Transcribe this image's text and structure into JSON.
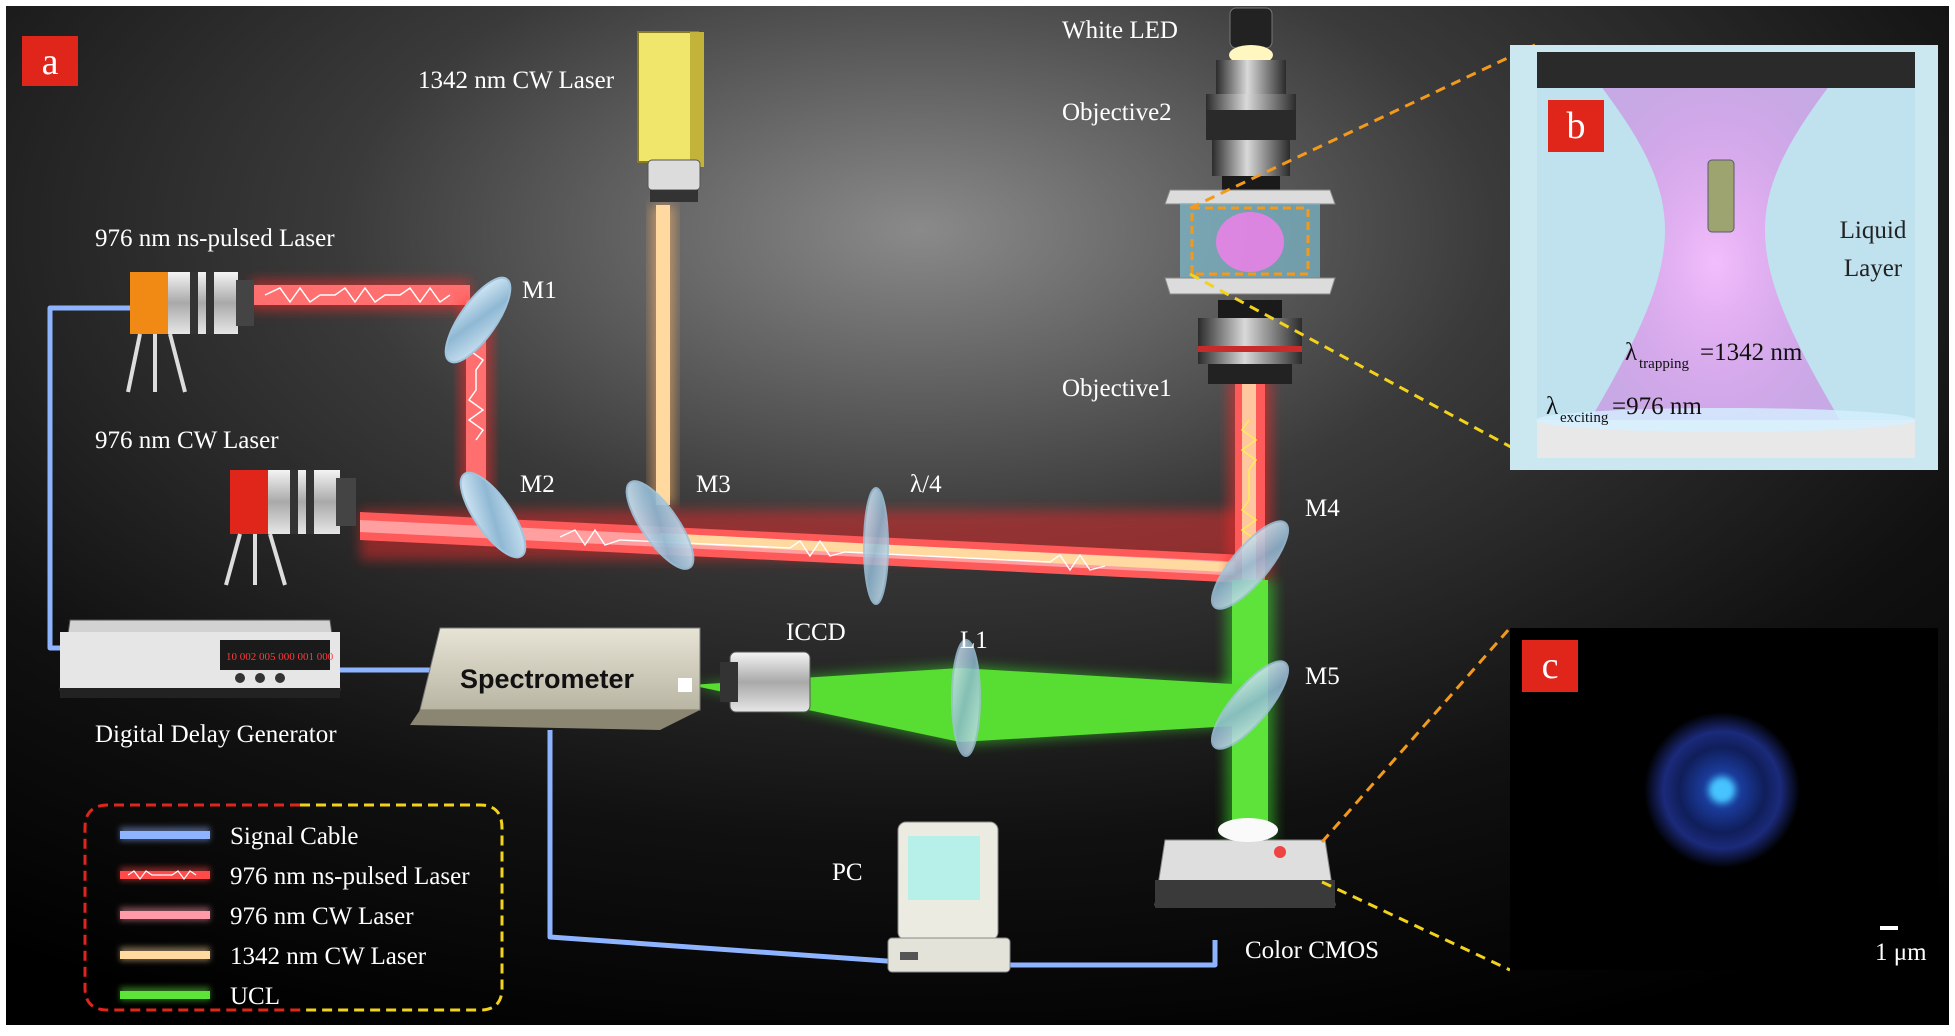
{
  "panels": {
    "a": "a",
    "b": "b",
    "c": "c"
  },
  "components": {
    "laser_1342": "1342 nm CW Laser",
    "laser_976_pulsed": "976 nm ns-pulsed Laser",
    "laser_976_cw": "976 nm CW Laser",
    "white_led": "White LED",
    "objective2": "Objective2",
    "objective1": "Objective1",
    "m1": "M1",
    "m2": "M2",
    "m3": "M3",
    "m4": "M4",
    "m5": "M5",
    "quarter_wave": "λ/4",
    "l1": "L1",
    "iccd": "ICCD",
    "spectrometer": "Spectrometer",
    "delay_generator": "Digital Delay Generator",
    "pc": "PC",
    "color_cmos": "Color CMOS",
    "delay_display": "10 002 005 000 001 000"
  },
  "inset_b": {
    "liquid_layer_line1": "Liquid",
    "liquid_layer_line2": "Layer",
    "trapping_symbol": "λ",
    "trapping_sub": "trapping",
    "trapping_value": "=1342 nm",
    "exciting_symbol": "λ",
    "exciting_sub": "exciting",
    "exciting_value": "=976 nm"
  },
  "inset_c": {
    "scale_bar": "1 μm"
  },
  "legend": [
    {
      "label": "Signal Cable",
      "color": "#8fb4ff"
    },
    {
      "label": "976 nm ns-pulsed Laser",
      "color": "#ff4a4a"
    },
    {
      "label": "976 nm CW Laser",
      "color": "#ff9aa8"
    },
    {
      "label": "1342 nm CW Laser",
      "color": "#ffd9a0"
    },
    {
      "label": "UCL",
      "color": "#5ee33a"
    }
  ],
  "colors": {
    "panel_label_bg": "#e0261b",
    "signal_cable": "#8fb4ff",
    "pulsed_beam": "#ff3b3b",
    "cw_976_beam": "#ff8c8c",
    "cw_1342_beam": "#ffc98a",
    "ucl_beam": "#52e02c",
    "legend_border_left": "#e0261b",
    "legend_border_right": "#f3d21c"
  }
}
